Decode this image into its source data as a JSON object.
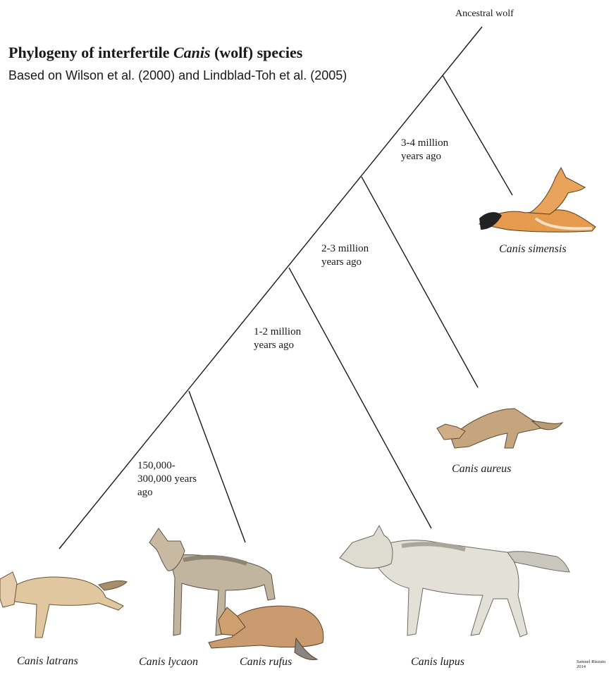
{
  "title": {
    "prefix": "Phylogeny of interfertile ",
    "italic": "Canis",
    "suffix": " (wolf) species"
  },
  "subtitle": "Based on Wilson et al. (2000) and Lindblad-Toh et al. (2005)",
  "root_label": "Ancestral wolf",
  "divergence_times": [
    "3-4 million\nyears ago",
    "2-3 million\nyears ago",
    "1-2 million\nyears ago",
    "150,000-\n300,000 years\nago"
  ],
  "species": [
    "Canis simensis",
    "Canis aureus",
    "Canis lupus",
    "Canis latrans",
    "Canis lycaon",
    "Canis rufus"
  ],
  "credit": "Samuel Rizzuto\n2014",
  "colors": {
    "line": "#1a1a1a",
    "simensis_coat": "#e59a4e",
    "aureus_coat": "#c5a57e",
    "lupus_coat": "#e3e1d7",
    "latrans_coat": "#e0c7a0",
    "lycaon_coat": "#c2b5a0",
    "rufus_coat": "#c99b6e",
    "dark_tail": "#333333"
  }
}
